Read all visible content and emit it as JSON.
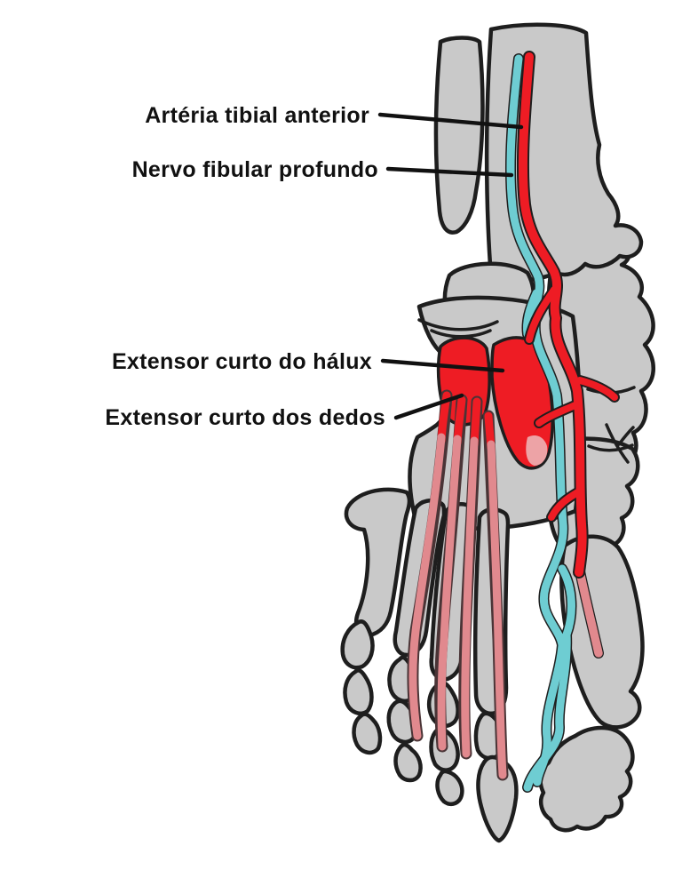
{
  "colors": {
    "background": "#ffffff",
    "bone-fill": "#c9c9c9",
    "bone-outline": "#1e1e1e",
    "muscle-red": "#ee1c24",
    "artery-red": "#ee1c24",
    "nerve-teal": "#6ecdd2",
    "tendon-pink": "#e1898e",
    "tendon-outline": "#4a3436",
    "pink-transition": "#eda3a6",
    "label-color": "#111111",
    "leader-color": "#111111"
  },
  "labels": {
    "artery": {
      "text": "Artéria tibial anterior"
    },
    "nerve": {
      "text": "Nervo fibular profundo"
    },
    "ehb": {
      "text": "Extensor curto do hálux"
    },
    "edb": {
      "text": "Extensor curto dos dedos"
    }
  }
}
